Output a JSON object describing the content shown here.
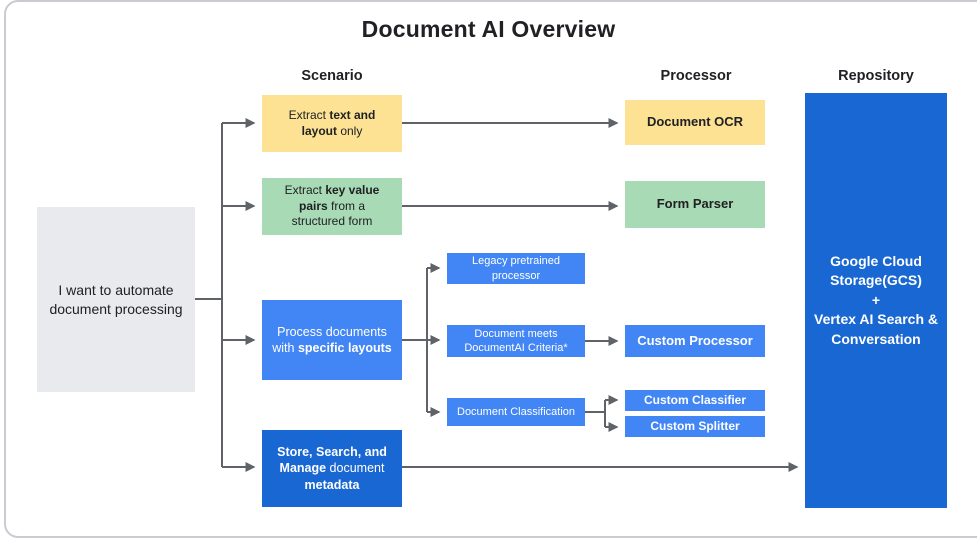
{
  "title": "Document AI Overview",
  "columns": {
    "scenario": "Scenario",
    "processor": "Processor",
    "repository": "Repository"
  },
  "start": {
    "text": "I want to automate document processing"
  },
  "scenarios": {
    "extract_text": {
      "pre": "Extract ",
      "bold": "text and layout",
      "post": " only"
    },
    "extract_kv": {
      "pre": "Extract ",
      "bold": "key value pairs",
      "post": " from a structured form"
    },
    "specific_layouts": {
      "pre": "Process documents with ",
      "bold": "specific layouts",
      "post": ""
    },
    "store_search": {
      "bold1": "Store, Search, and Manage",
      "mid": " document ",
      "bold2": "metadata"
    }
  },
  "branches": {
    "legacy": "Legacy pretrained processor",
    "criteria": "Document meets DocumentAI Criteria*",
    "classification": "Document Classification"
  },
  "processors": {
    "ocr": "Document OCR",
    "form_parser": "Form Parser",
    "custom_processor": "Custom Processor",
    "custom_classifier": "Custom Classifier",
    "custom_splitter": "Custom Splitter"
  },
  "repository": {
    "line1": "Google Cloud Storage(GCS)",
    "line2": "+",
    "line3": "Vertex AI Search & Conversation"
  },
  "colors": {
    "yellow": "#FDE293",
    "green": "#A8DAB5",
    "blue": "#4285F4",
    "dark_blue": "#1967D2",
    "gray": "#E8EAED",
    "arrow": "#5F6368",
    "text_dark": "#202124",
    "frame_border": "#C8CBD0"
  }
}
